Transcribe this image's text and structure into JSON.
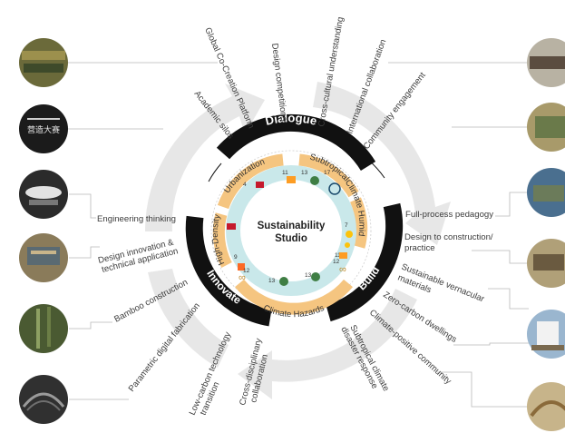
{
  "center": {
    "line1": "Sustainability",
    "line2": "Studio"
  },
  "outer_ring": {
    "dialogue": "Dialogue",
    "build": "Build",
    "innovate": "Innovate"
  },
  "inner_ring": {
    "urbanization": "Urbanization",
    "subtropical": "Subtropical",
    "climate_humid": "Climate Humid",
    "high_density": "High-Density",
    "climate_hazards": "Climate Hazards"
  },
  "top_labels": {
    "global": "Global Co-Creation Platform",
    "competitions": "Design competitions",
    "cross_cultural": "Cross-cultural understanding",
    "international": "International collaboration",
    "community": "Community engagement",
    "academic": "Academic silos"
  },
  "right_labels": {
    "full_process": "Full-process pedagogy",
    "design_to_1": "Design to construction/",
    "design_to_2": "practice",
    "vernacular_1": "Sustainable vernacular",
    "vernacular_2": "materials",
    "zero_carbon": "Zero-carbon dwellings",
    "climate_positive": "Climate-positive community",
    "subtropical_disaster_1": "Subtropical climate",
    "subtropical_disaster_2": "disaster response"
  },
  "left_labels": {
    "engineering": "Engineering thinking",
    "design_innov_1": "Design innovation &",
    "design_innov_2": "technical application",
    "bamboo": "Bamboo construction",
    "parametric": "Parametric digital fabrication",
    "low_carbon_1": "Low-carbon technology",
    "low_carbon_2": "transition",
    "cross_disc_1": "Cross-disciplinary",
    "cross_disc_2": "collaboration"
  },
  "photo_badge": {
    "line1": "营造大赛"
  },
  "sdg_numbers": [
    "4",
    "11",
    "13",
    "17",
    "7",
    "9",
    "12",
    "13",
    "12",
    "11",
    "13"
  ],
  "colors": {
    "ring_black": "#111111",
    "inner_orange": "#f5c580",
    "center_teal": "#c9e8ea",
    "arrow_gray": "#e6e6e6",
    "sdg_green": "#3f7e44",
    "sdg_red": "#c5192d",
    "sdg_yellow": "#fcc30b",
    "sdg_orange": "#fd6925",
    "sdg_navy": "#19486a"
  }
}
